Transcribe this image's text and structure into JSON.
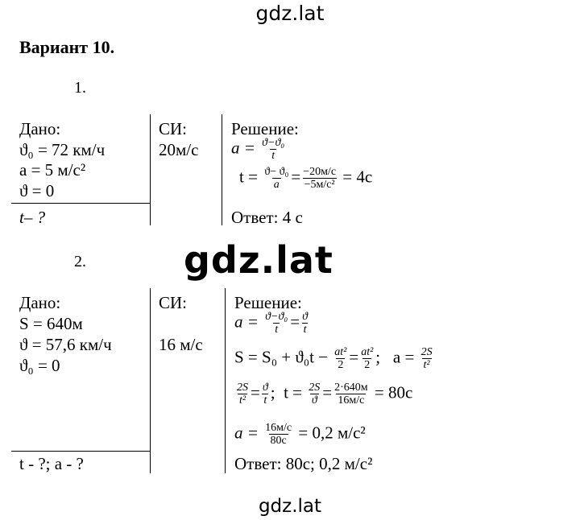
{
  "watermark": {
    "top": "gdz.lat",
    "center": "gdz.lat",
    "bottom": "gdz.lat"
  },
  "title": "Вариант 10.",
  "task1": {
    "number": "1.",
    "given": {
      "label": "Дано:",
      "lines": [
        "ϑ₀ = 72 км/ч",
        "a = 5 м/с²",
        "ϑ = 0"
      ],
      "find": "t– ?"
    },
    "si": {
      "label": "СИ:",
      "value": "20м/с"
    },
    "solution": {
      "label": "Решение:",
      "formula_a": {
        "lhs": "a =",
        "num": "ϑ−ϑ₀",
        "den": "t"
      },
      "formula_t": {
        "lhs": "t =",
        "num1": "ϑ− ϑ₀",
        "den1": "a",
        "eq": "=",
        "num2": "−20м/с",
        "den2": "−5м/с²",
        "result": "= 4с"
      },
      "answer": "Ответ: 4 с"
    }
  },
  "task2": {
    "number": "2.",
    "given": {
      "label": "Дано:",
      "lines": [
        "S = 640м",
        "ϑ = 57,6 км/ч",
        "ϑ₀ = 0"
      ],
      "find": "t - ?;  a - ?"
    },
    "si": {
      "label": "СИ:",
      "value": "16 м/с"
    },
    "solution": {
      "label": "Решение:",
      "line1": {
        "lhs": "a =",
        "num1": "ϑ−ϑ₀",
        "den1": "t",
        "eq": "=",
        "num2": "ϑ",
        "den2": "t"
      },
      "line2": {
        "lhs": "S = S₀ + ϑ₀t −",
        "num1": "at²",
        "den1": "2",
        "eq": "=",
        "num2": "at²",
        "den2": "2",
        "sep": ";",
        "a_lhs": "a =",
        "num3": "2S",
        "den3": "t²"
      },
      "line3": {
        "num1": "2S",
        "den1": "t²",
        "eq1": "=",
        "num2": "ϑ",
        "den2": "t",
        "sep": ";",
        "t_lhs": "t =",
        "num3": "2S",
        "den3": "ϑ",
        "eq2": "=",
        "num4": "2·640м",
        "den4": "16м/с",
        "result": "= 80с"
      },
      "line4": {
        "lhs": "a =",
        "num": "16м/с",
        "den": "80с",
        "result": "= 0,2 м/с²"
      },
      "answer": "Ответ: 80с; 0,2 м/с²"
    }
  }
}
